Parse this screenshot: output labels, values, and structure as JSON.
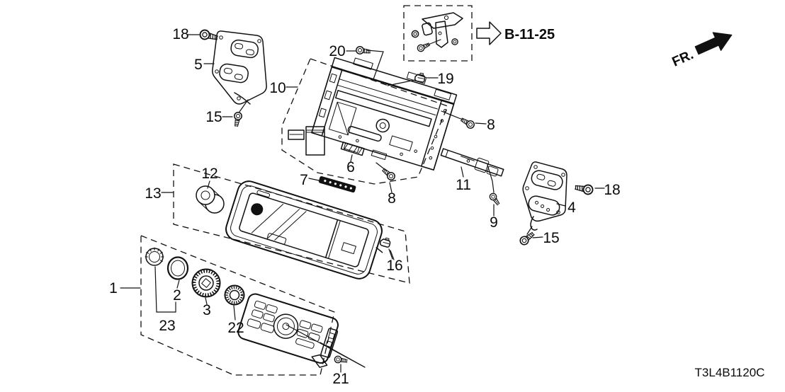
{
  "diagram": {
    "code": "T3L4B1120C",
    "direction_label": "FR.",
    "reference_label": "B-11-25"
  },
  "callouts": [
    {
      "text": "18"
    },
    {
      "text": "5"
    },
    {
      "text": "15"
    },
    {
      "text": "20"
    },
    {
      "text": "10"
    },
    {
      "text": "19"
    },
    {
      "text": "8"
    },
    {
      "text": "6"
    },
    {
      "text": "7"
    },
    {
      "text": "8"
    },
    {
      "text": "11"
    },
    {
      "text": "9"
    },
    {
      "text": "4"
    },
    {
      "text": "18"
    },
    {
      "text": "15"
    },
    {
      "text": "12"
    },
    {
      "text": "13"
    },
    {
      "text": "16"
    },
    {
      "text": "1"
    },
    {
      "text": "2"
    },
    {
      "text": "23"
    },
    {
      "text": "3"
    },
    {
      "text": "22"
    },
    {
      "text": "21"
    }
  ]
}
